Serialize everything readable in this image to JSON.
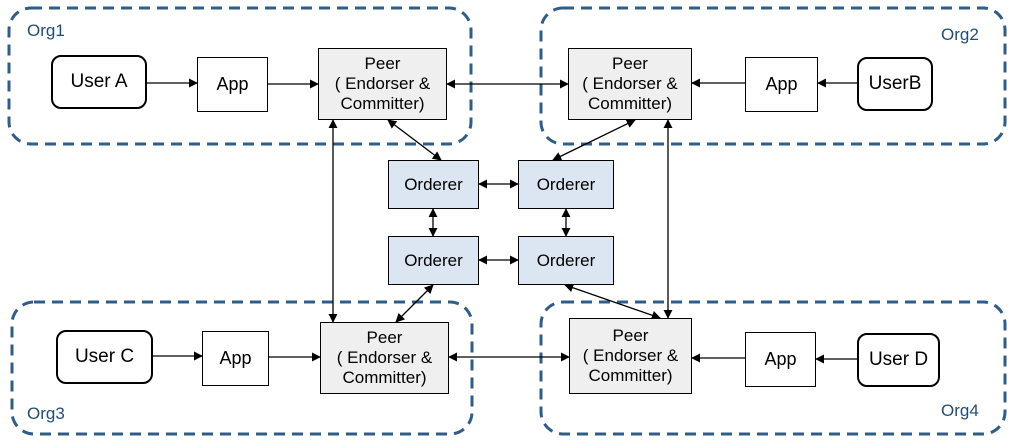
{
  "orgs": [
    {
      "id": "org1",
      "label": "Org1"
    },
    {
      "id": "org2",
      "label": "Org2"
    },
    {
      "id": "org3",
      "label": "Org3"
    },
    {
      "id": "org4",
      "label": "Org4"
    }
  ],
  "users": {
    "a": "User A",
    "b": "UserB",
    "c": "User C",
    "d": "User D"
  },
  "app_label": "App",
  "peer": {
    "line1": "Peer",
    "line2": "( Endorser &",
    "line3": "Committer)"
  },
  "orderer_label": "Orderer",
  "colors": {
    "org_border": "#1f4e79",
    "orderer_fill": "#dce6f2",
    "peer_fill": "#efefef"
  }
}
